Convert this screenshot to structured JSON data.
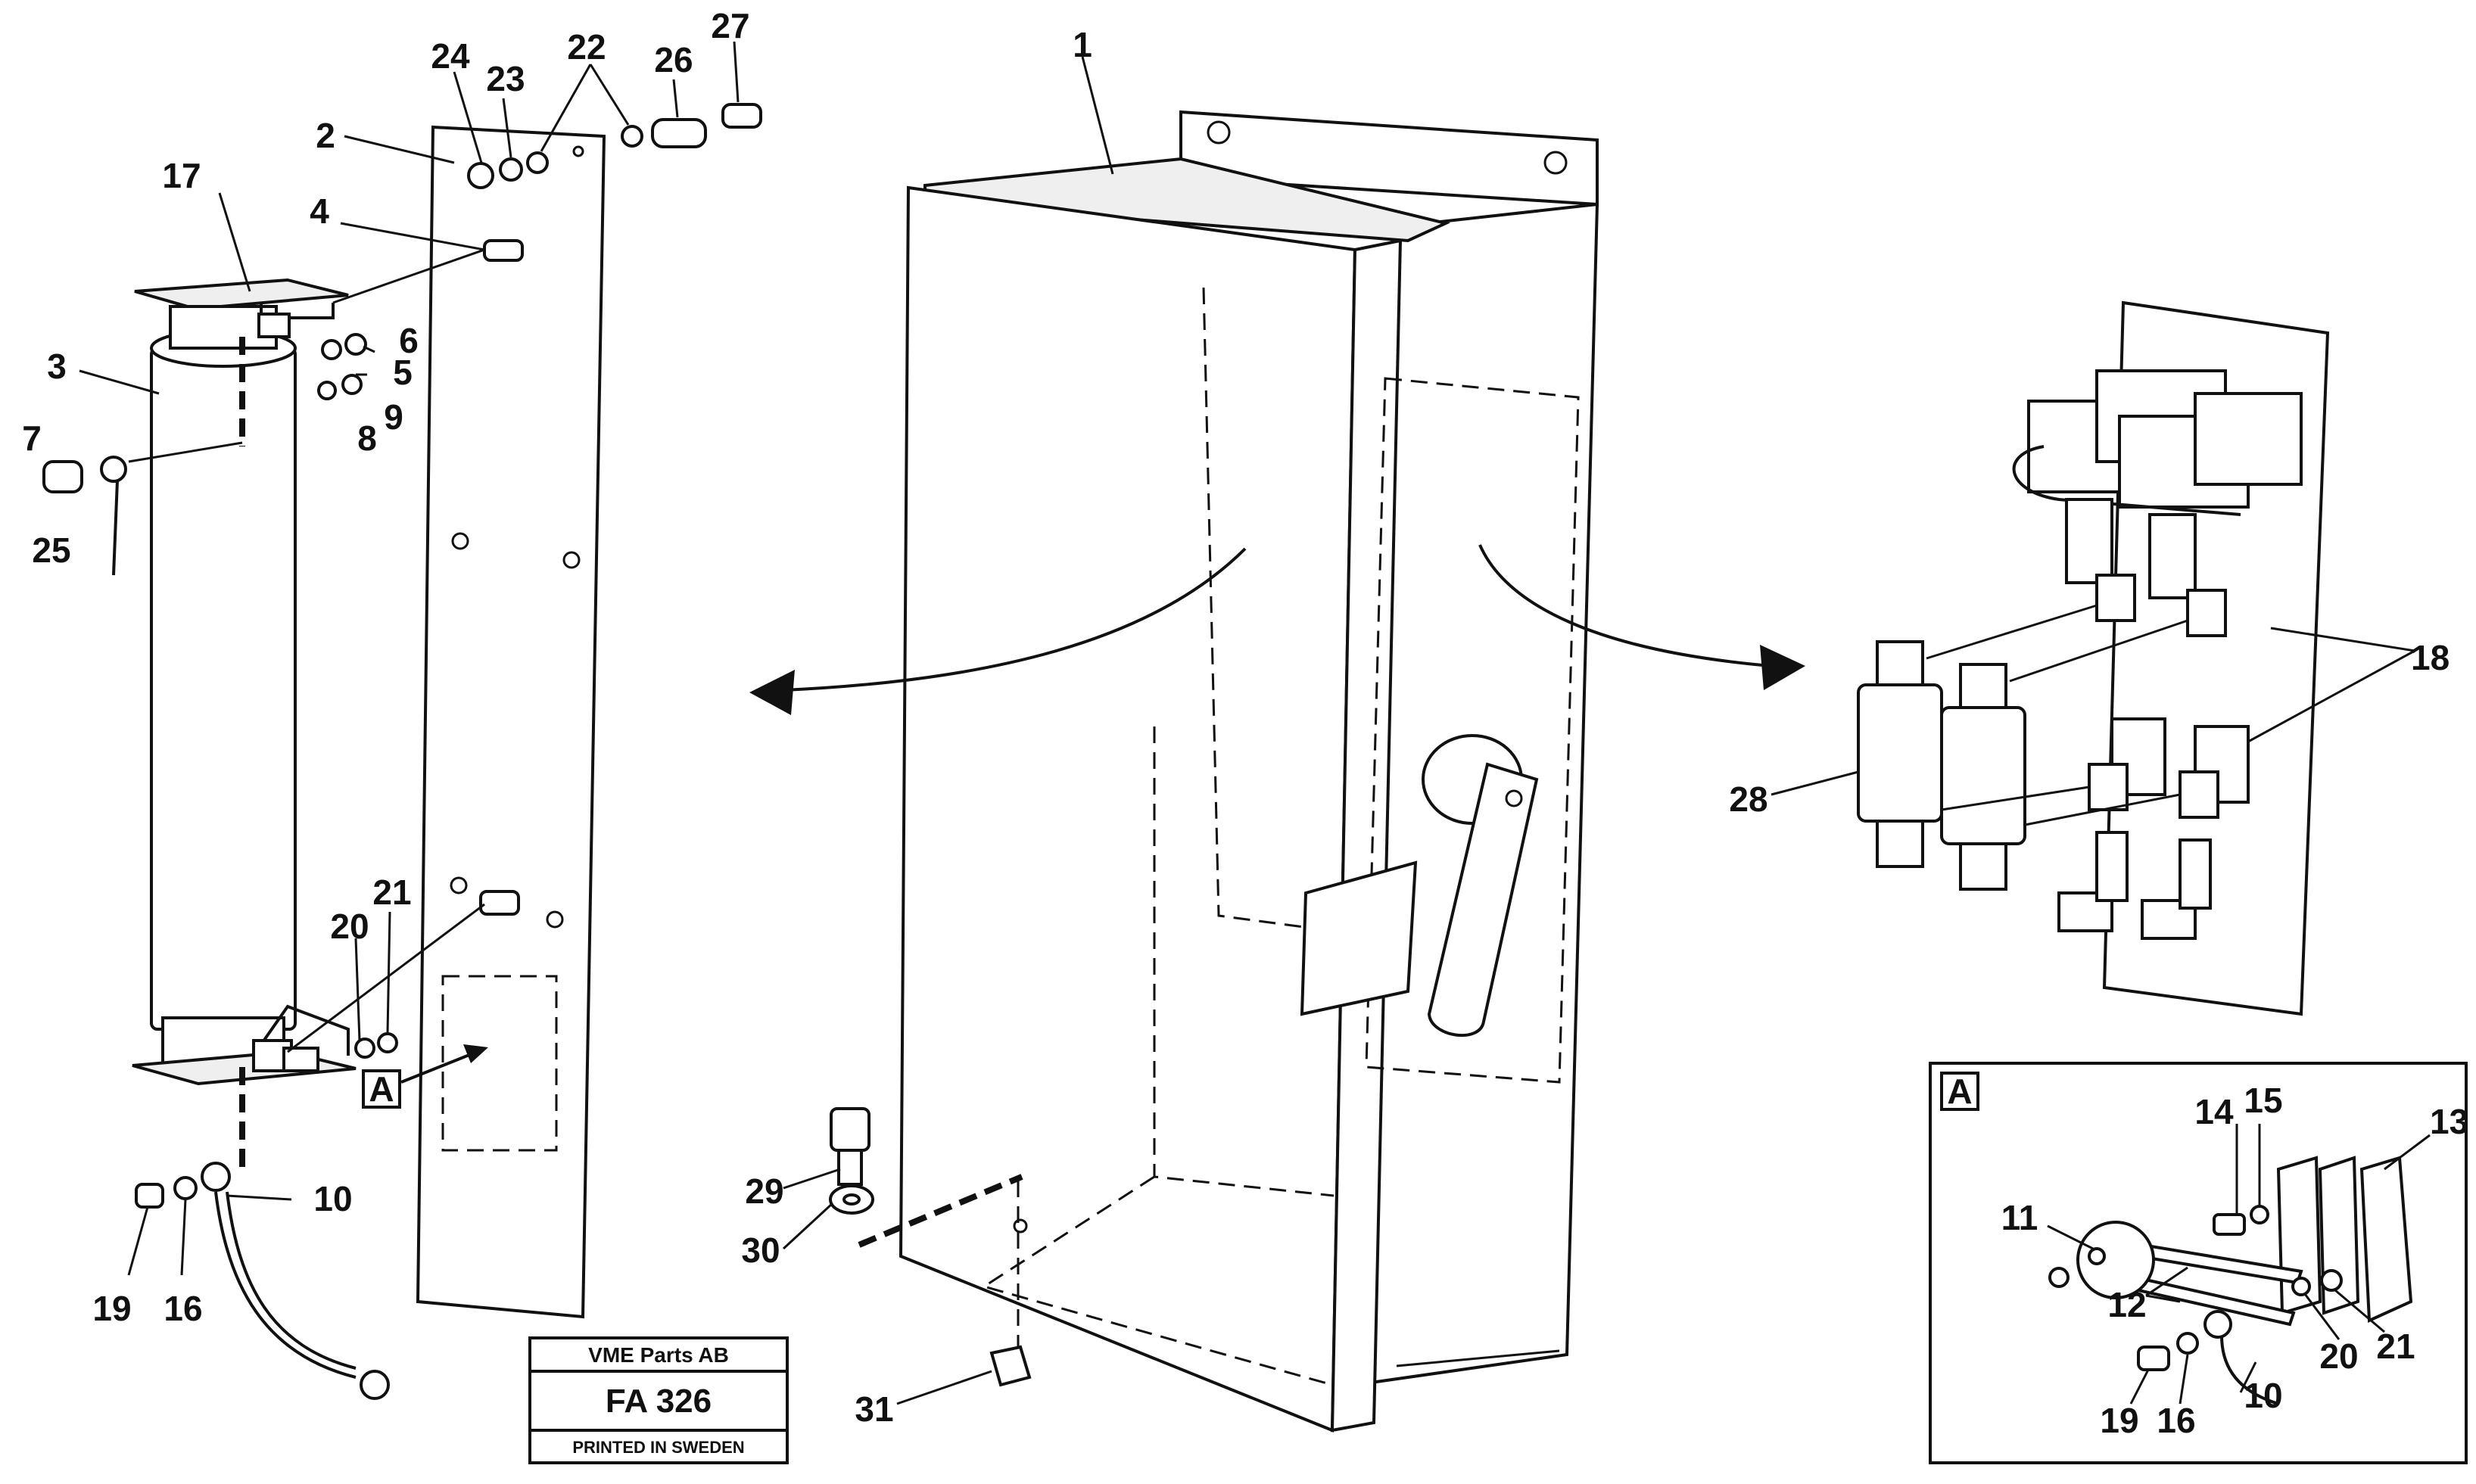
{
  "stamp": {
    "company": "VME Parts AB",
    "code": "FA 326",
    "printed": "PRINTED IN SWEDEN"
  },
  "detail_marker": "A",
  "inset_marker": "A",
  "callouts": {
    "c1": "1",
    "c2": "2",
    "c3": "3",
    "c4": "4",
    "c5": "5",
    "c6": "6",
    "c7": "7",
    "c8": "8",
    "c9": "9",
    "c10": "10",
    "c16": "16",
    "c17": "17",
    "c18": "18",
    "c19": "19",
    "c20": "20",
    "c21": "21",
    "c22": "22",
    "c23": "23",
    "c24": "24",
    "c25": "25",
    "c26": "26",
    "c27": "27",
    "c28": "28",
    "c29": "29",
    "c30": "30",
    "c31": "31"
  },
  "inset_callouts": {
    "c10": "10",
    "c11": "11",
    "c12": "12",
    "c13": "13",
    "c14": "14",
    "c15": "15",
    "c16": "16",
    "c19": "19",
    "c20": "20",
    "c21": "21"
  }
}
